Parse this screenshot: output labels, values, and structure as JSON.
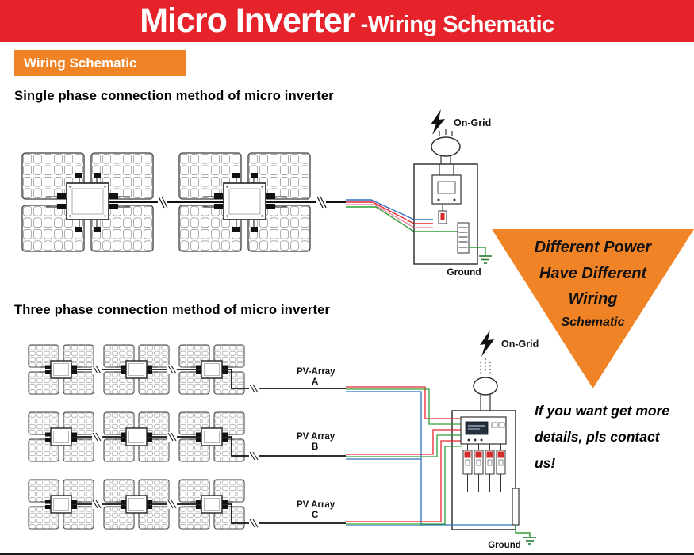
{
  "header": {
    "title_main": "Micro Inverter",
    "title_sub": "-Wiring Schematic"
  },
  "badge": {
    "label": "Wiring Schematic"
  },
  "sections": {
    "single_phase": {
      "heading": "Single phase connection method of micro inverter",
      "on_grid_label": "On-Grid",
      "ground_label": "Ground"
    },
    "three_phase": {
      "heading": "Three phase connection method of  micro inverter",
      "on_grid_label": "On-Grid",
      "ground_label": "Ground",
      "arrays": [
        {
          "line1": "PV-Array",
          "line2": "A"
        },
        {
          "line1": "PV Array",
          "line2": "B"
        },
        {
          "line1": "PV Array",
          "line2": "C"
        }
      ]
    }
  },
  "callout": {
    "lines": [
      "Different Power",
      "Have Different",
      "Wiring",
      "Schematic"
    ]
  },
  "note": {
    "lines": [
      "If you want get more",
      "details, pls contact",
      "us!"
    ]
  },
  "colors": {
    "header_bg": "#e6222a",
    "accent_orange": "#f08326",
    "wire_red": "#e8232a",
    "wire_green": "#2e9e36",
    "wire_blue": "#2f6fc4",
    "wire_pink": "#ef8ba6",
    "ink": "#1a1a1a"
  }
}
